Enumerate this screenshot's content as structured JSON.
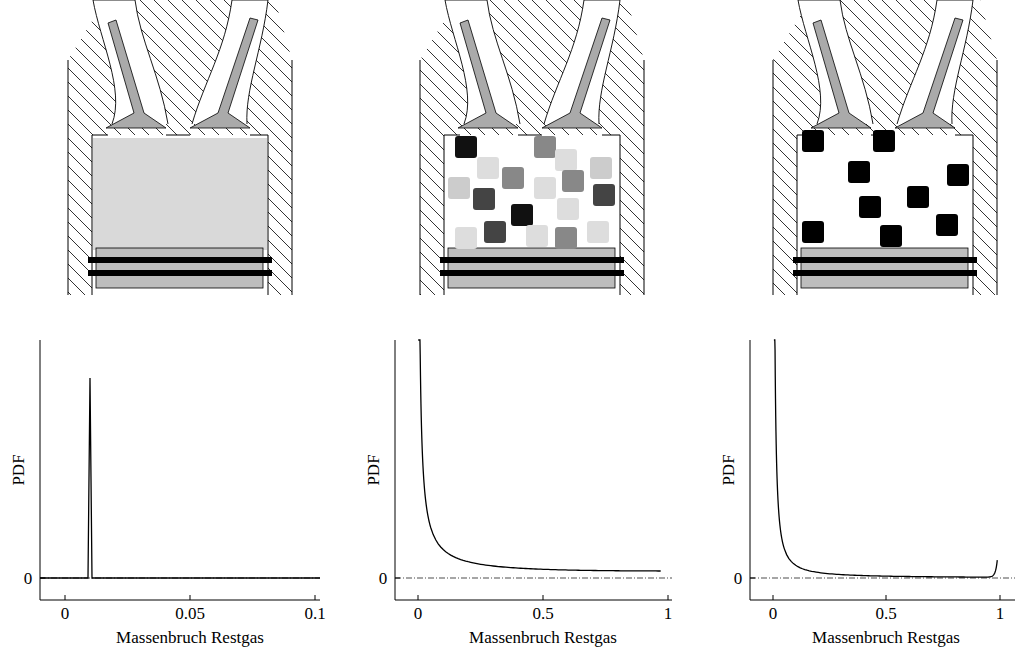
{
  "diagram": {
    "labels": [
      "PDF",
      "0",
      "0",
      "0.05",
      "0.1",
      "Massenbruch Restgas",
      "PDF",
      "0",
      "0",
      "0.5",
      "1",
      "Massenbruch Restgas",
      "PDF",
      "0",
      "0",
      "0.5",
      "1",
      "Massenbruch Restgas"
    ]
  }
}
